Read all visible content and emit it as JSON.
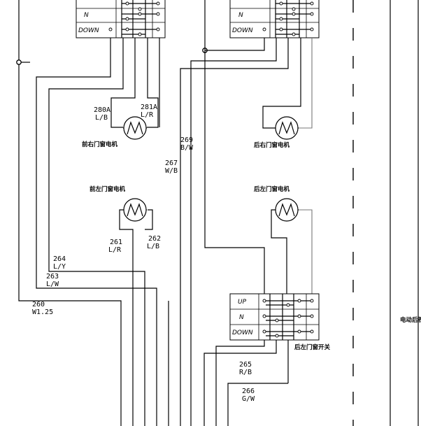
{
  "switch_positions": [
    "UP",
    "N",
    "DOWN"
  ],
  "motors": {
    "front_right": "前右门窗电机",
    "rear_right": "后右门窗电机",
    "front_left": "前左门窗电机",
    "rear_left": "后左门窗电机"
  },
  "switches": {
    "rear_left": "后左门窗开关"
  },
  "side_label": "电动后视",
  "wires": [
    {
      "id": "280A",
      "color": "L/B"
    },
    {
      "id": "281A",
      "color": "L/R"
    },
    {
      "id": "269",
      "color": "B/W"
    },
    {
      "id": "267",
      "color": "W/B"
    },
    {
      "id": "261",
      "color": "L/R"
    },
    {
      "id": "262",
      "color": "L/B"
    },
    {
      "id": "264",
      "color": "L/Y"
    },
    {
      "id": "263",
      "color": "L/W"
    },
    {
      "id": "260",
      "color": "W1.25"
    },
    {
      "id": "265",
      "color": "R/B"
    },
    {
      "id": "266",
      "color": "G/W"
    }
  ]
}
